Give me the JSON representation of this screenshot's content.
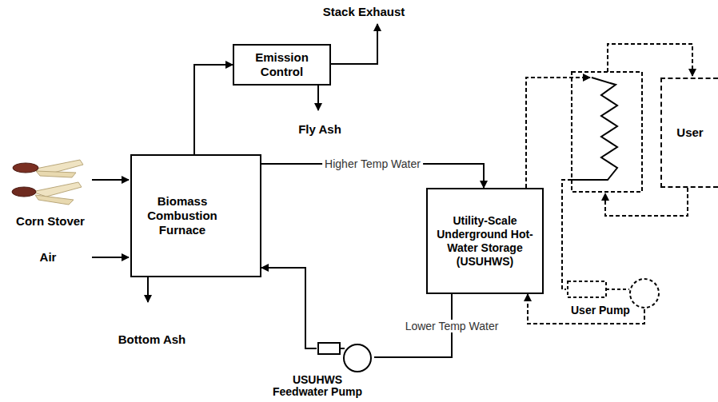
{
  "diagram": {
    "nodes": [
      {
        "text": [
          "Emission Control"
        ]
      },
      {
        "text": [
          "User"
        ]
      },
      {
        "text": [
          "Biomass Combustion Furnace"
        ]
      },
      {
        "text": [
          "Utility-Scale Underground Hot-Water Storage (USUHWS)"
        ]
      },
      {
        "text": [
          "User Pump"
        ]
      },
      {
        "text": [
          "USUHWS Feedwater Pump"
        ]
      }
    ],
    "edges": [
      {
        "from": 2,
        "to": 0,
        "arrow": "to"
      },
      {
        "from": 2,
        "to": 3,
        "label": "Higher Temp Water",
        "arrow": "to"
      },
      {
        "from": 3,
        "to": 5,
        "label": "Lower Temp Water",
        "arrow": "none"
      },
      {
        "from": 5,
        "to": 2,
        "arrow": "to"
      },
      {
        "from": 4,
        "to": 3,
        "arrow": "to"
      }
    ],
    "labels": [
      "Stack Exhaust",
      "Fly Ash",
      "Corn Stover",
      "Air",
      "Bottom Ash"
    ]
  }
}
